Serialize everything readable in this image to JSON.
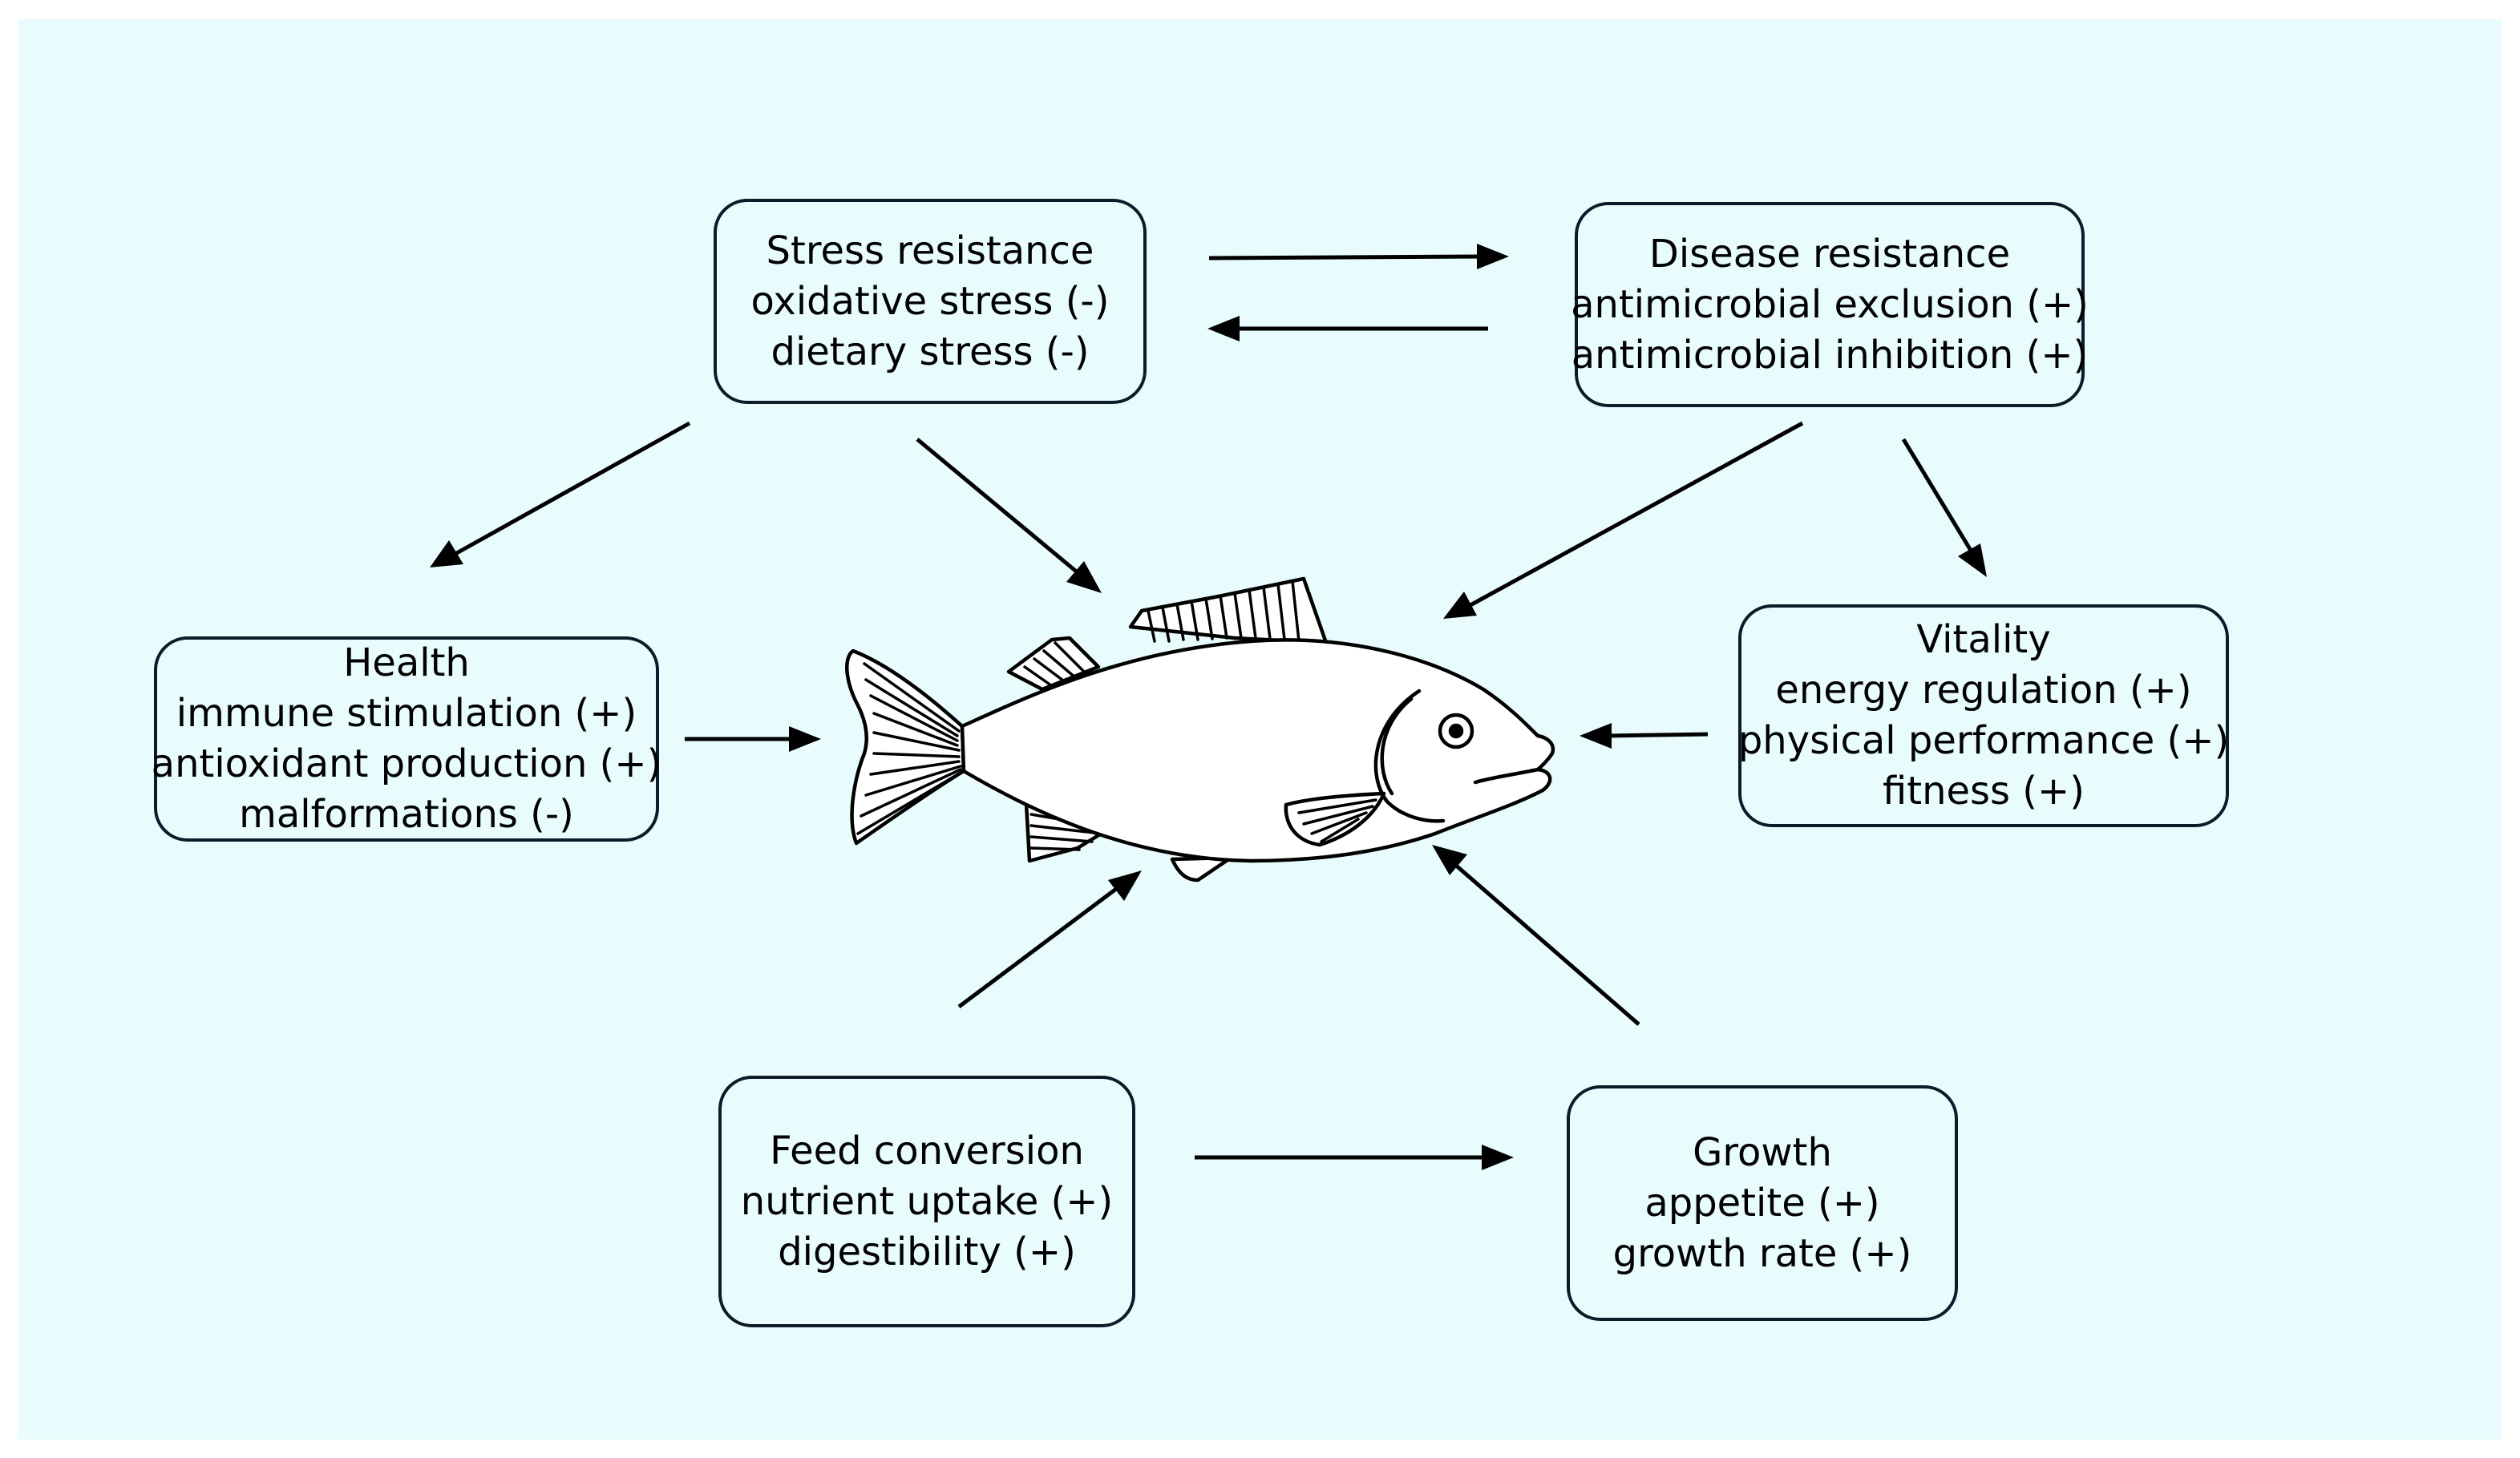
{
  "colors": {
    "background": "#e9fcfd",
    "ink": "#0c1a2a"
  },
  "boxes": {
    "stress": {
      "title": "Stress resistance",
      "lines": [
        "oxidative stress (-)",
        "dietary stress (-)"
      ]
    },
    "disease": {
      "title": "Disease resistance",
      "lines": [
        "antimicrobial exclusion (+)",
        "antimicrobial inhibition (+)"
      ]
    },
    "health": {
      "title": "Health",
      "lines": [
        "immune stimulation (+)",
        "antioxidant production (+)",
        "malformations (-)"
      ]
    },
    "vitality": {
      "title": "Vitality",
      "lines": [
        "energy regulation (+)",
        "physical performance (+)",
        "fitness (+)"
      ]
    },
    "feed": {
      "title": "Feed conversion",
      "lines": [
        "nutrient uptake (+)",
        "digestibility (+)"
      ]
    },
    "growth": {
      "title": "Growth",
      "lines": [
        "appetite (+)",
        "growth rate (+)"
      ]
    }
  },
  "center_icon": "fish-icon"
}
